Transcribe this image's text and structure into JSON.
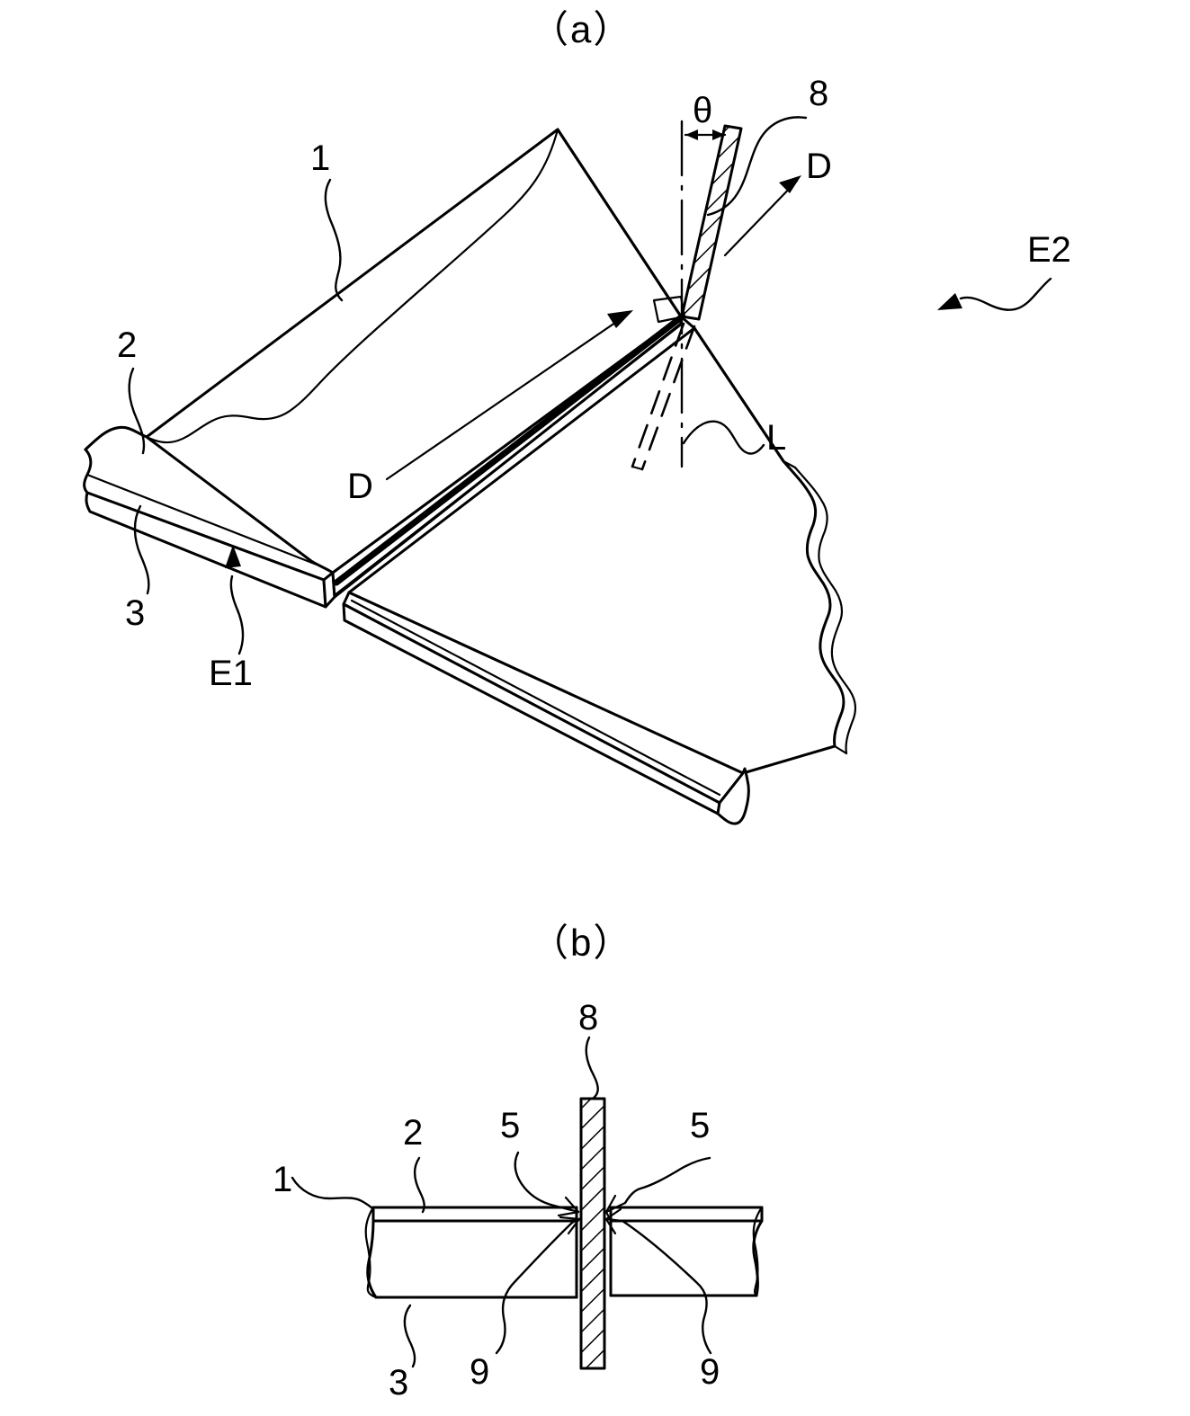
{
  "figure": {
    "kind": "patent-line-drawing",
    "panels": [
      {
        "id": "panel-a",
        "title": "（a）",
        "description": "Perspective view of a laminated sheet being cut along a line by an inclined blade",
        "labels": [
          {
            "name": "ref-1",
            "text": "1"
          },
          {
            "name": "ref-2",
            "text": "2"
          },
          {
            "name": "ref-3",
            "text": "3"
          },
          {
            "name": "ref-E1",
            "text": "E1"
          },
          {
            "name": "ref-E2",
            "text": "E2"
          },
          {
            "name": "ref-8",
            "text": "8"
          },
          {
            "name": "ref-theta",
            "text": "θ"
          },
          {
            "name": "ref-L",
            "text": "L"
          },
          {
            "name": "ref-D-left",
            "text": "D"
          },
          {
            "name": "ref-D-right",
            "text": "D"
          }
        ]
      },
      {
        "id": "panel-b",
        "title": "（b）",
        "description": "Cross-sectional view showing the blade passing between the two cut faces of the sheet",
        "labels": [
          {
            "name": "ref-1",
            "text": "1"
          },
          {
            "name": "ref-2",
            "text": "2"
          },
          {
            "name": "ref-3",
            "text": "3"
          },
          {
            "name": "ref-5-left",
            "text": "5"
          },
          {
            "name": "ref-5-right",
            "text": "5"
          },
          {
            "name": "ref-8",
            "text": "8"
          },
          {
            "name": "ref-9-left",
            "text": "9"
          },
          {
            "name": "ref-9-right",
            "text": "9"
          }
        ]
      }
    ],
    "colors": {
      "line": "#000000",
      "background": "#ffffff"
    }
  }
}
